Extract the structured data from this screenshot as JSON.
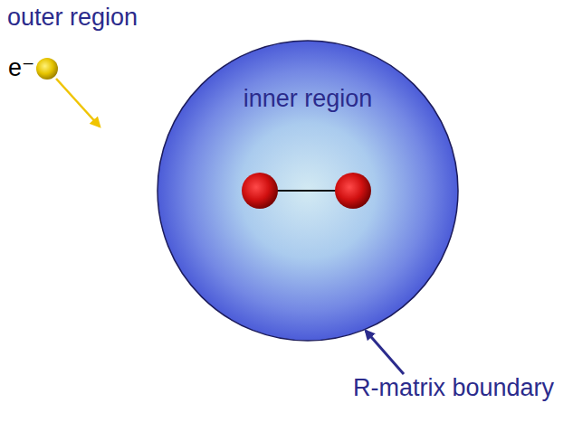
{
  "diagram": {
    "nodes": [
      {
        "text": [
          "inner region"
        ]
      }
    ],
    "labels": [
      "outer region",
      "e⁻",
      "R-matrix boundary"
    ]
  }
}
